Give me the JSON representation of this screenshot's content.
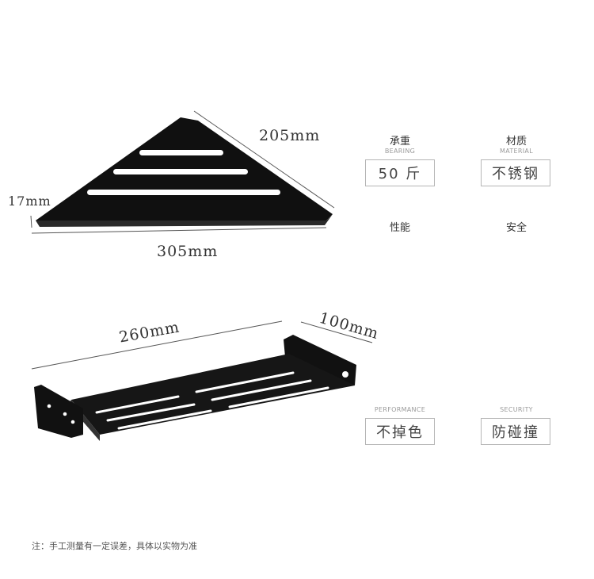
{
  "dimensions": {
    "tri_side": "205mm",
    "tri_height": "17mm",
    "tri_width": "305mm",
    "rect_length": "260mm",
    "rect_depth": "100mm"
  },
  "specs": {
    "bearing": {
      "title": "承重",
      "subtitle": "BEARING",
      "value": "50 斤"
    },
    "material": {
      "title": "材质",
      "subtitle": "MATERIAL",
      "value": "不锈钢"
    },
    "performance": {
      "title": "性能",
      "subtitle": "PERFORMANCE",
      "value": "不掉色"
    },
    "security": {
      "title": "安全",
      "subtitle": "SECURITY",
      "value": "防碰撞"
    }
  },
  "note": "注：手工测量有一定误差，具体以实物为准",
  "colors": {
    "shelf": "#111111",
    "line": "#555555"
  }
}
